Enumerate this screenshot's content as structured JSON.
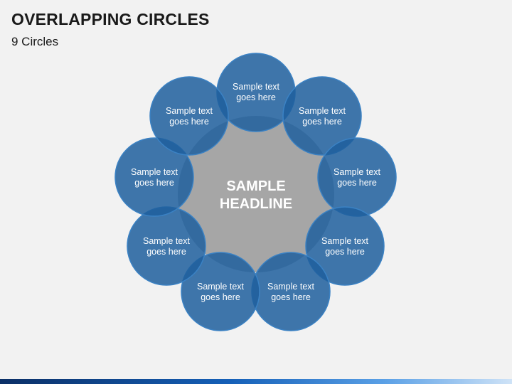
{
  "slide": {
    "title": "OVERLAPPING CIRCLES",
    "subtitle": "9 Circles"
  },
  "diagram": {
    "center": {
      "line1": "SAMPLE",
      "line2": "HEADLINE"
    },
    "circles": [
      {
        "line1": "Sample text",
        "line2": "goes here"
      },
      {
        "line1": "Sample text",
        "line2": "goes here"
      },
      {
        "line1": "Sample text",
        "line2": "goes here"
      },
      {
        "line1": "Sample text",
        "line2": "goes here"
      },
      {
        "line1": "Sample text",
        "line2": "goes here"
      },
      {
        "line1": "Sample text",
        "line2": "goes here"
      },
      {
        "line1": "Sample text",
        "line2": "goes here"
      },
      {
        "line1": "Sample text",
        "line2": "goes here"
      },
      {
        "line1": "Sample text",
        "line2": "goes here"
      }
    ],
    "colors": {
      "background": "#f2f2f2",
      "circle_fill": "#1f5f9e",
      "circle_stroke": "#3b82c4",
      "center_fill": "#a6a6a6",
      "text": "#ffffff"
    }
  }
}
